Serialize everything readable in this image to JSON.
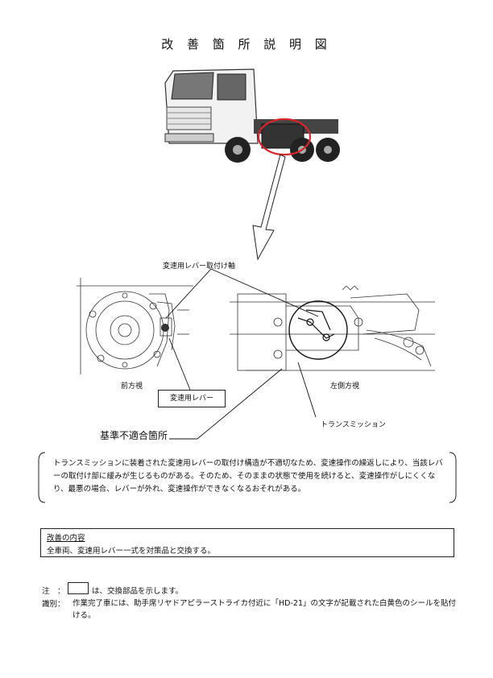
{
  "title": "改 善 箇 所 説 明 図",
  "labels": {
    "lever_axis": "変速用レバー取付け軸",
    "front_view": "前方視",
    "left_side_view": "左側方視",
    "lever": "変速用レバー",
    "transmission": "トランスミッション",
    "nonconformity": "基準不適合箇所"
  },
  "description": "トランスミッションに装着された変速用レバーの取付け構造が不適切なため、変速操作の繰返しにより、当該レバーの取付け部に緩みが生じるものがある。そのため、そのままの状態で使用を続けると、変速操作がしにくくなり、最悪の場合、レバーが外れ、変速操作ができなくなるおそれがある。",
  "improvement": {
    "heading": "改善の内容",
    "body": "全車両、変速用レバー一式を対策品と交換する。"
  },
  "note": {
    "label": "注　：",
    "text": "は、交換部品を示します。"
  },
  "identification": {
    "label": "識別：",
    "text": "作業完了車には、助手席リヤドアピラーストライカ付近に「HD-21」の文字が記載された白黄色のシールを貼付ける。"
  }
}
